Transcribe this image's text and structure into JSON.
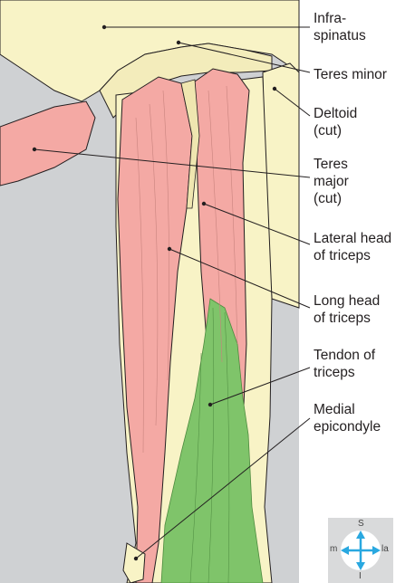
{
  "labels": [
    {
      "id": "infraspinatus",
      "text": "Infra-\nspinatus"
    },
    {
      "id": "teres-minor",
      "text": "Teres minor"
    },
    {
      "id": "deltoid",
      "text": "Deltoid\n(cut)"
    },
    {
      "id": "teres-major",
      "text": "Teres\nmajor\n(cut)"
    },
    {
      "id": "lateral-head",
      "text": "Lateral head\nof triceps"
    },
    {
      "id": "long-head",
      "text": "Long head\nof triceps"
    },
    {
      "id": "tendon",
      "text": "Tendon of\ntriceps"
    },
    {
      "id": "medial-epicondyle",
      "text": "Medial\nepicondyle"
    }
  ],
  "compass": {
    "top": "S",
    "bottom": "I",
    "left": "m",
    "right": "la"
  },
  "colors": {
    "background_panel": "#cfd1d3",
    "bone_cream": "#f8f3c6",
    "muscle_pink": "#f4a9a4",
    "tendon_green": "#7fc46a",
    "compass_arrow": "#29a8e0",
    "leader_line": "#231f20"
  }
}
